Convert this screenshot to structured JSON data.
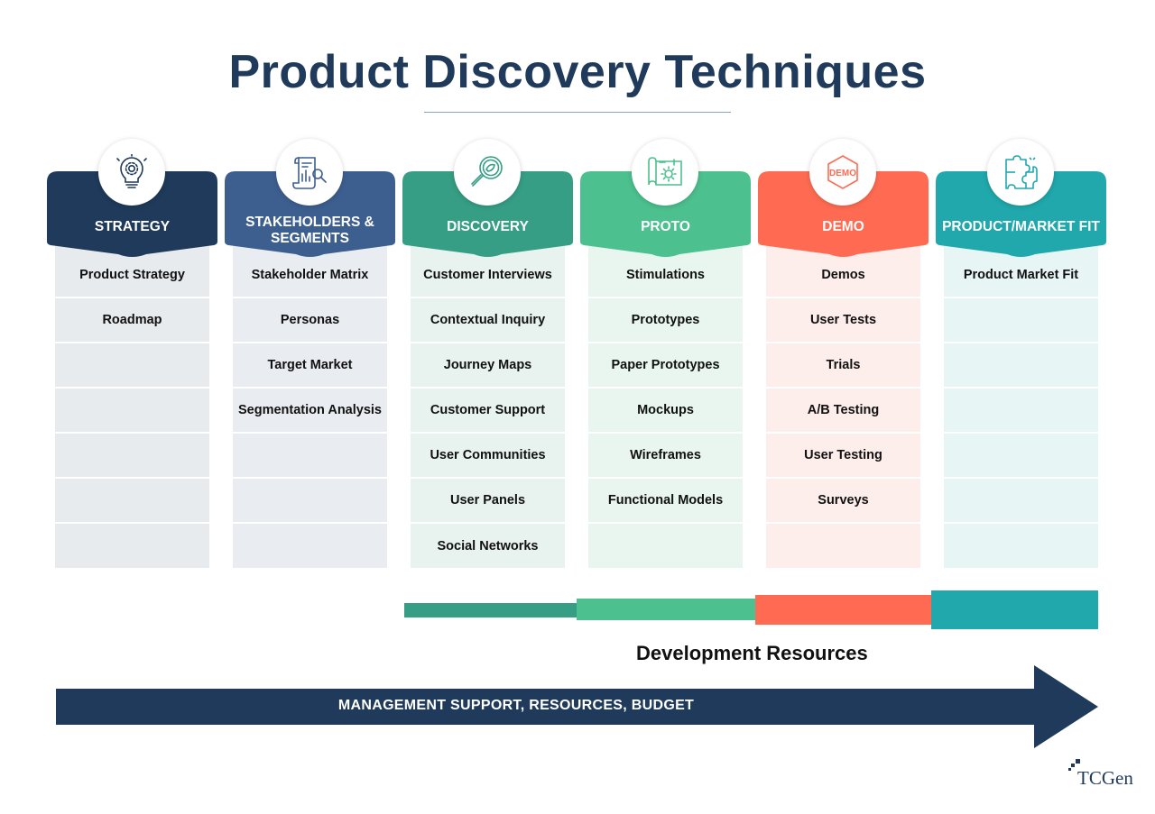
{
  "title": "Product Discovery Techniques",
  "columns": [
    {
      "key": "strategy",
      "label": "STRATEGY",
      "icon": "lightbulb-gear-icon",
      "color": "#1f3a5a",
      "body_color": "#e8ebee",
      "items": [
        "Product Strategy",
        "Roadmap",
        "",
        "",
        "",
        "",
        ""
      ]
    },
    {
      "key": "stakeholders",
      "label": "STAKEHOLDERS & SEGMENTS",
      "label_lines": [
        "STAKEHOLDERS &",
        "SEGMENTS"
      ],
      "icon": "document-search-icon",
      "color": "#3d5f8f",
      "body_color": "#e9ecf1",
      "items": [
        "Stakeholder Matrix",
        "Personas",
        "Target Market",
        "Segmentation Analysis",
        "",
        "",
        ""
      ]
    },
    {
      "key": "discovery",
      "label": "DISCOVERY",
      "icon": "magnifier-icon",
      "color": "#369e85",
      "body_color": "#e8f3ef",
      "items": [
        "Customer Interviews",
        "Contextual Inquiry",
        "Journey Maps",
        "Customer Support",
        "User Communities",
        "User Panels",
        "Social Networks"
      ]
    },
    {
      "key": "proto",
      "label": "PROTO",
      "icon": "blueprint-icon",
      "color": "#4cc08e",
      "body_color": "#e9f6f0",
      "items": [
        "Stimulations",
        "Prototypes",
        "Paper Prototypes",
        "Mockups",
        "Wireframes",
        "Functional Models",
        ""
      ]
    },
    {
      "key": "demo",
      "label": "DEMO",
      "icon": "demo-badge-icon",
      "icon_text": "DEMO",
      "color": "#ff6b52",
      "body_color": "#fdeeeb",
      "items": [
        "Demos",
        "User Tests",
        "Trials",
        "A/B Testing",
        "User Testing",
        "Surveys",
        ""
      ]
    },
    {
      "key": "fit",
      "label": "PRODUCT/MARKET FIT",
      "icon": "puzzle-icon",
      "color": "#20a8ac",
      "body_color": "#e8f5f5",
      "items": [
        "Product Market Fit",
        "",
        "",
        "",
        "",
        "",
        ""
      ]
    }
  ],
  "resources": {
    "label": "Development Resources",
    "segment_colors": [
      "#369e85",
      "#4cc08e",
      "#ff6b52",
      "#20a8ac"
    ]
  },
  "arrow": {
    "label": "MANAGEMENT SUPPORT, RESOURCES, BUDGET",
    "color": "#1f3a5a"
  },
  "logo": {
    "text": "TCGen"
  }
}
